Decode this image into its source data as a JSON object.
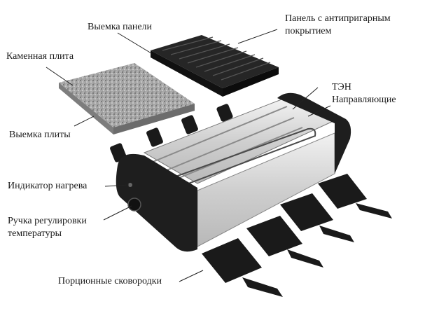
{
  "labels": {
    "panel_notch": "Выемка панели",
    "nonstick_panel_line1": "Панель с антипригарным",
    "nonstick_panel_line2": "покрытием",
    "stone_plate": "Каменная плита",
    "heating_element": "ТЭН",
    "guides": "Направляющие",
    "plate_notch": "Выемка плиты",
    "heat_indicator": "Индикатор нагрева",
    "temp_knob_line1": "Ручка регулировки",
    "temp_knob_line2": "температуры",
    "portion_pans": "Порционные сковородки"
  },
  "colors": {
    "line": "#222222",
    "plastic": "#1c1c1c",
    "metal": "#d9d9d9",
    "granite": "#9a9a9a"
  }
}
